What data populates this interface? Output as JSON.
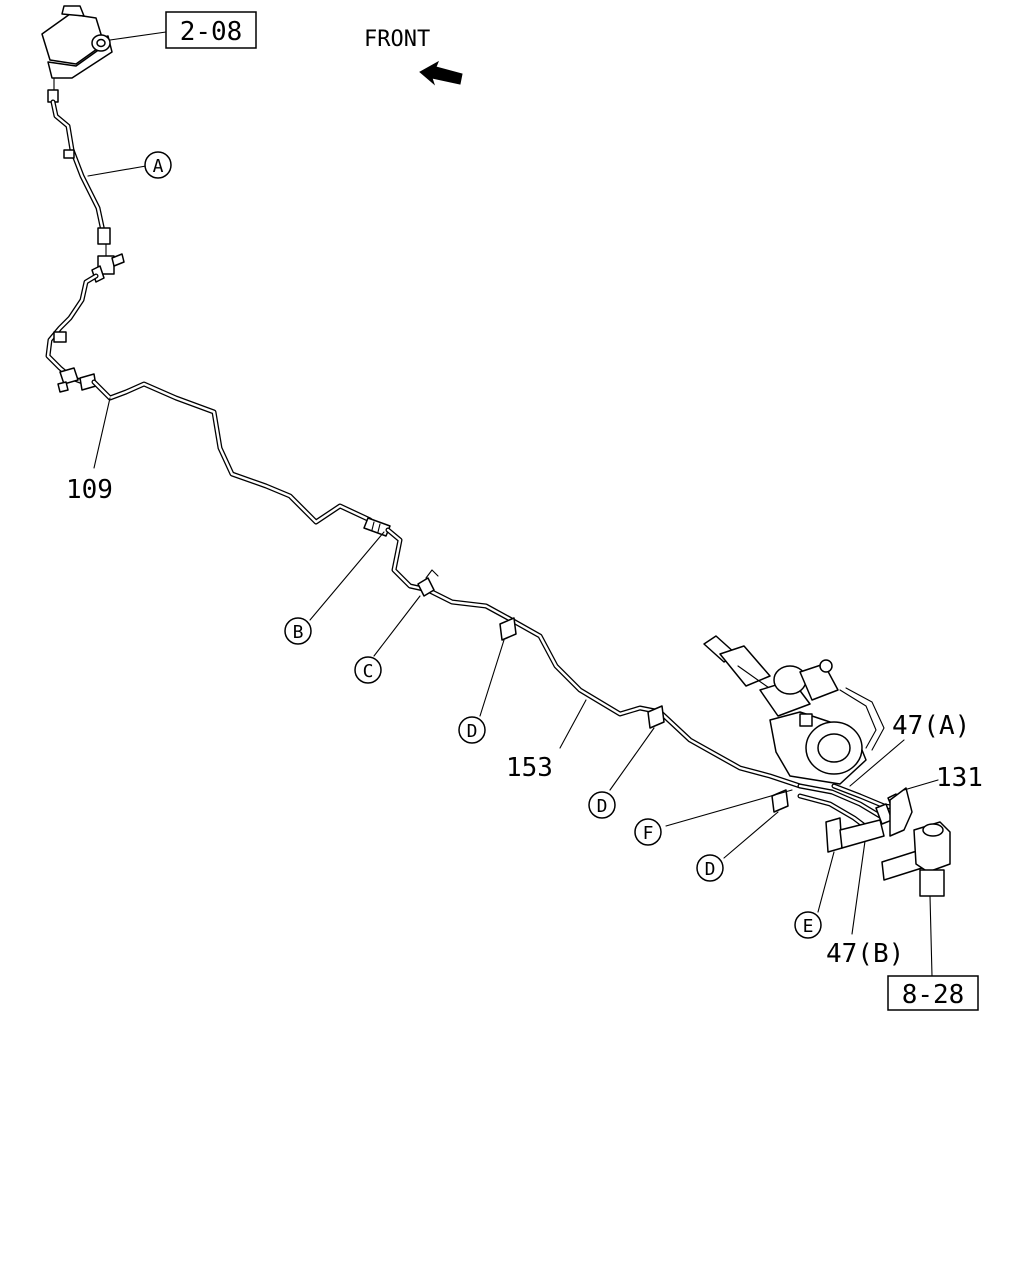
{
  "direction_label": "FRONT",
  "ref_boxes": {
    "upper": "2-08",
    "lower": "8-28"
  },
  "part_numbers": {
    "pipe_upper": "109",
    "pipe_middle": "153",
    "fitting_a": "47(A)",
    "fitting_b": "47(B)",
    "bracket": "131"
  },
  "circle_callouts": {
    "a": "A",
    "b": "B",
    "c": "C",
    "d1": "D",
    "d2": "D",
    "d3": "D",
    "e": "E",
    "f": "F"
  },
  "icons": {
    "front_arrow": "front-arrow-icon"
  }
}
